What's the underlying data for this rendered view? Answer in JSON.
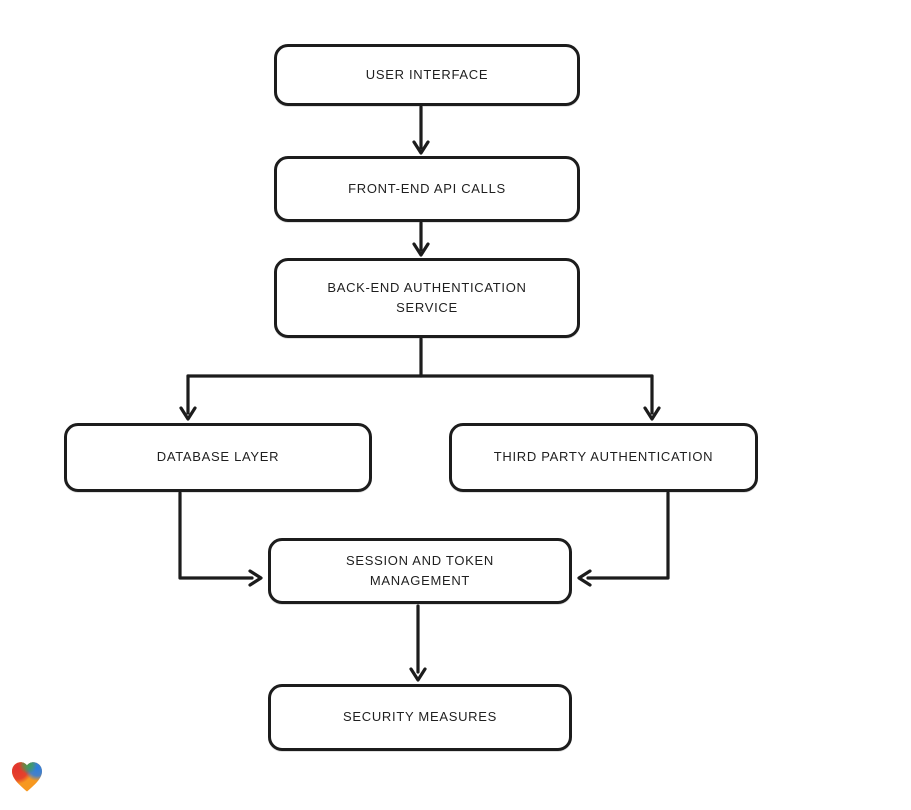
{
  "page": {
    "background_color": "#ffffff"
  },
  "diagram": {
    "type": "flowchart",
    "stroke_color": "#1c1c1c",
    "node_fill_color": "#ffffff",
    "nodes": [
      {
        "id": "user-interface",
        "label": "USER INTERFACE"
      },
      {
        "id": "front-end-api-calls",
        "label": "FRONT-END API CALLS"
      },
      {
        "id": "back-end-authentication-service",
        "label": "BACK-END AUTHENTICATION SERVICE"
      },
      {
        "id": "database-layer",
        "label": "DATABASE LAYER"
      },
      {
        "id": "third-party-authentication",
        "label": "THIRD PARTY AUTHENTICATION"
      },
      {
        "id": "session-and-token-management",
        "label": "SESSION AND TOKEN MANAGEMENT"
      },
      {
        "id": "security-measures",
        "label": "SECURITY MEASURES"
      }
    ],
    "edges": [
      {
        "from": "user-interface",
        "to": "front-end-api-calls"
      },
      {
        "from": "front-end-api-calls",
        "to": "back-end-authentication-service"
      },
      {
        "from": "back-end-authentication-service",
        "to": "database-layer"
      },
      {
        "from": "back-end-authentication-service",
        "to": "third-party-authentication"
      },
      {
        "from": "database-layer",
        "to": "session-and-token-management"
      },
      {
        "from": "third-party-authentication",
        "to": "session-and-token-management"
      },
      {
        "from": "session-and-token-management",
        "to": "security-measures"
      }
    ]
  },
  "branding": {
    "logo": "heart-logo",
    "logo_colors": {
      "red": "#e2342e",
      "green": "#3fa24c",
      "blue": "#2b7de1",
      "orange": "#f7981f"
    }
  }
}
